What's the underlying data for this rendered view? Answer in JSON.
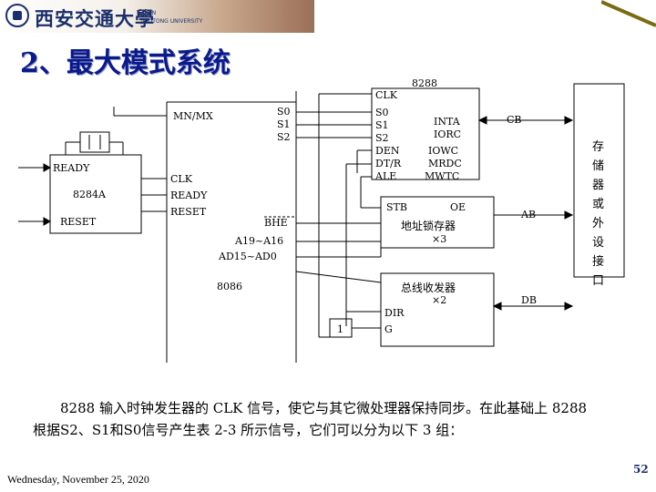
{
  "header": {
    "university_cn": "西安交通大學",
    "university_en_line1": "XI'AN",
    "university_en_line2": "JIAOTONG UNIVERSITY"
  },
  "title": "2、最大模式系统",
  "diagram": {
    "chip_8288": "8288",
    "chip_8284A": "8284A",
    "chip_8086": "8086",
    "ready_in": "READY",
    "reset_in": "RESET",
    "clk_8086": "CLK",
    "ready_8086": "READY",
    "reset_8086": "RESET",
    "mn_mx": "MN/MX",
    "s0": "S0",
    "s1": "S1",
    "s2": "S2",
    "bhe": "BHE",
    "a19_a16": "A19~A16",
    "ad15_ad0": "AD15~AD0",
    "clk_8288": "CLK",
    "s0_8288": "S0",
    "s1_8288": "S1",
    "s2_8288": "S2",
    "den": "DEN",
    "dtr": "DT/R",
    "ale": "ALE",
    "inta": "INTA",
    "iorc": "IORC",
    "iowc": "IOWC",
    "mrdc": "MRDC",
    "mwtc": "MWTC",
    "stb": "STB",
    "oe": "OE",
    "latch": "地址锁存器",
    "latch_count": "×3",
    "transceiver": "总线收发器",
    "transceiver_count": "×2",
    "dir": "DIR",
    "g": "G",
    "inverter": "1",
    "cb": "CB",
    "ab": "AB",
    "db": "DB",
    "memory_io": [
      "存",
      "储",
      "器",
      "或",
      "外",
      "设",
      "接",
      "口"
    ]
  },
  "note": {
    "line1": "8288 输入时钟发生器的 CLK 信号，使它与其它微处理器保持同步。在此基础上 8288",
    "line2": "根据S2、S1和S0信号产生表 2-3 所示信号，它们可以分为以下 3 组："
  },
  "footer": {
    "date": "Wednesday, November 25, 2020",
    "page": "52"
  }
}
